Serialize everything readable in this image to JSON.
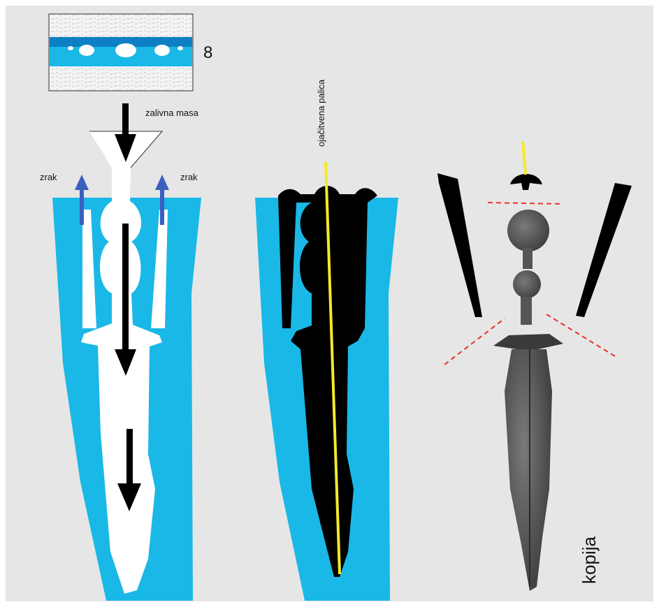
{
  "figure_number": "8",
  "labels": {
    "pour": "zalivna masa",
    "air_left": "zrak",
    "air_right": "zrak",
    "rod": "ojačitvena palica",
    "copy": "kopija"
  },
  "colors": {
    "mould": "#1ab8e6",
    "background": "#e6e6e6",
    "metal": "#000000",
    "rod": "#f3ea2a",
    "air_arrow": "#3a5fbf",
    "cut_line": "#e8322a",
    "iron": "#4d4d4d"
  },
  "icons": {
    "pour_arrow": "down-arrow-icon",
    "air_arrow": "up-arrow-icon"
  }
}
